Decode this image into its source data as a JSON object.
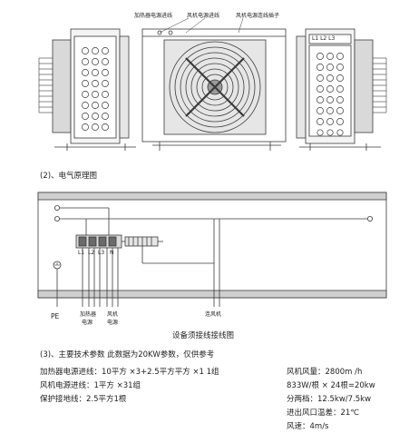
{
  "top_views": {
    "label_heater_power_line": "加热器电源进线",
    "label_fan_power_line": "风机电源进线",
    "label_fan_control_socket": "风机电源连线插子",
    "label_right_terminal": "L1 L2 L3"
  },
  "schematic": {
    "section_title": "(2)、电气原理图",
    "terminal_labels": [
      "L1",
      "L2",
      "L3",
      "N"
    ],
    "pe_label": "PE",
    "heater_label_line1": "加热器",
    "heater_label_line2": "电源",
    "fan_label_line1": "风机",
    "fan_label_line2": "电源",
    "to_fan_label": "连风机",
    "caption": "设备须接线接线图"
  },
  "specs": {
    "section_title": "(3)、主要技术参数   此数据为20KW参数，仅供参考",
    "left_lines": [
      "加热器电源进线：10平方 ×3+2.5平方平方 ×1  1组",
      "风机电源进线：1平方 ×31组",
      "保护接地线：2.5平方1根"
    ],
    "right_lines": [
      "风机风量：2800m /h",
      "833W/根 × 24根=20kw",
      "分两档：12.5kw/7.5kw",
      "进出风口温差：21℃",
      "风速：4m/s"
    ]
  },
  "colors": {
    "line": "#3a3a3a",
    "panel_fill": "#e6e6e6",
    "band_fill": "#cfcfcf"
  }
}
